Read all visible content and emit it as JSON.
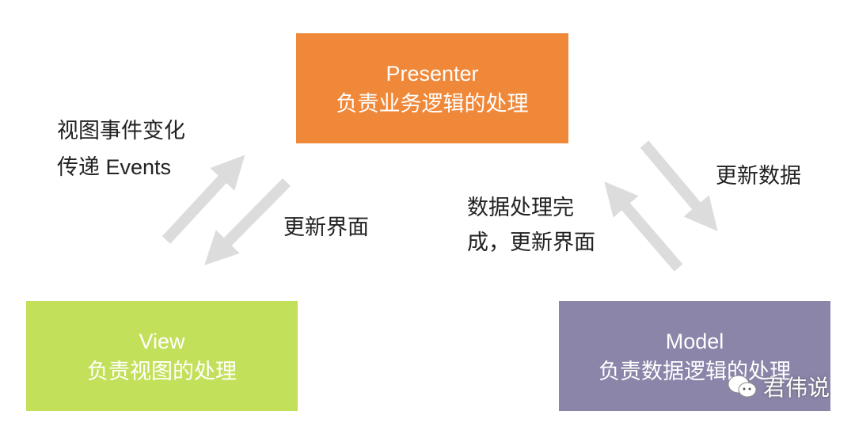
{
  "presenter": {
    "title": "Presenter",
    "desc": "负责业务逻辑的处理",
    "color": "#f0883a"
  },
  "view": {
    "title": "View",
    "desc": "负责视图的处理",
    "color": "#c3e05a"
  },
  "model": {
    "title": "Model",
    "desc": "负责数据逻辑的处理",
    "color": "#8b85aa"
  },
  "labels": {
    "view_to_presenter_line1": "视图事件变化",
    "view_to_presenter_line2": "传递 Events",
    "presenter_to_view": "更新界面",
    "presenter_to_model": "更新数据",
    "model_to_presenter_line1": "数据处理完",
    "model_to_presenter_line2": "成，更新界面"
  },
  "watermark": {
    "text": "君伟说"
  }
}
